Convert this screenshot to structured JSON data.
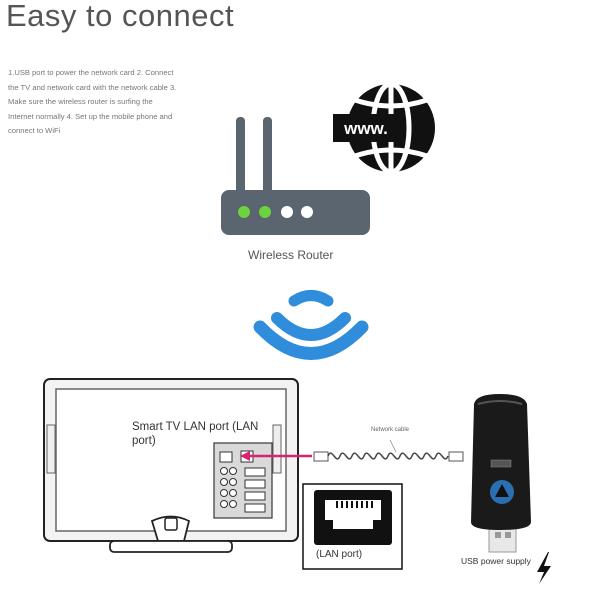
{
  "header": {
    "title": "Easy to connect"
  },
  "instructions": {
    "text": "1.USB port to power the network card 2. Connect the TV and network card with the network cable 3. Make sure the wireless router is surfing the Internet normally 4. Set up the mobile phone and connect to WiFi"
  },
  "globe": {
    "text": "www."
  },
  "router": {
    "label": "Wireless Router",
    "led_colors": [
      "#6cd23e",
      "#6cd23e",
      "#ffffff",
      "#ffffff"
    ],
    "color": "#5a6570"
  },
  "wifi": {
    "color": "#2f8ddb"
  },
  "tv": {
    "port_label": "Smart TV LAN port (LAN port)"
  },
  "cable": {
    "label": "Network cable",
    "arrow_color": "#d6246e"
  },
  "lan_port": {
    "label": "(LAN port)"
  },
  "adapter": {
    "label": "USB power supply",
    "accent": "#2b6fb3"
  }
}
